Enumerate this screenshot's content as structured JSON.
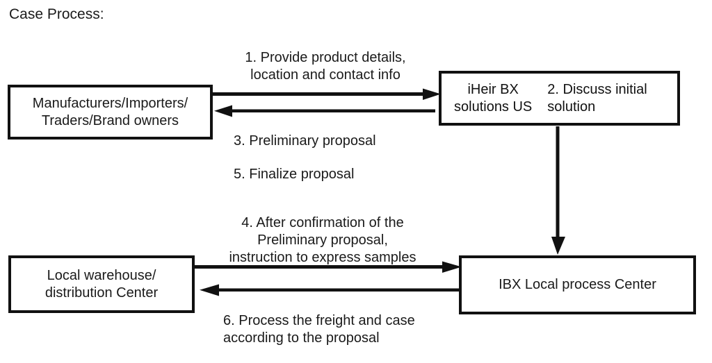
{
  "page": {
    "title": "Case Process:",
    "background_color": "#ffffff",
    "stroke_color": "#111111",
    "text_color": "#1a1a1a"
  },
  "nodes": {
    "manufacturers": {
      "label": "Manufacturers/Importers/\nTraders/Brand owners"
    },
    "iheir": {
      "label_left": "iHeir BX\nsolutions US",
      "label_right": "2. Discuss initial\nsolution"
    },
    "warehouse": {
      "label": "Local warehouse/\ndistribution Center"
    },
    "ibx": {
      "label": "IBX Local process Center"
    }
  },
  "edges": {
    "step1": {
      "label": "1. Provide product details,\nlocation and contact info",
      "direction": "right"
    },
    "step2": {
      "label": "2. Discuss initial solution",
      "direction": "down"
    },
    "step3": {
      "label": "3. Preliminary proposal",
      "direction": "left"
    },
    "step5": {
      "label": "5. Finalize proposal",
      "direction": "left"
    },
    "step4": {
      "label": "4.  After confirmation of the\nPreliminary proposal,\ninstruction to express samples",
      "direction": "right"
    },
    "step6": {
      "label": "6. Process the freight and case\naccording to the proposal",
      "direction": "left"
    }
  },
  "icons": {
    "arrow_right": "arrow-right-icon",
    "arrow_left": "arrow-left-icon",
    "arrow_down": "arrow-down-icon"
  }
}
